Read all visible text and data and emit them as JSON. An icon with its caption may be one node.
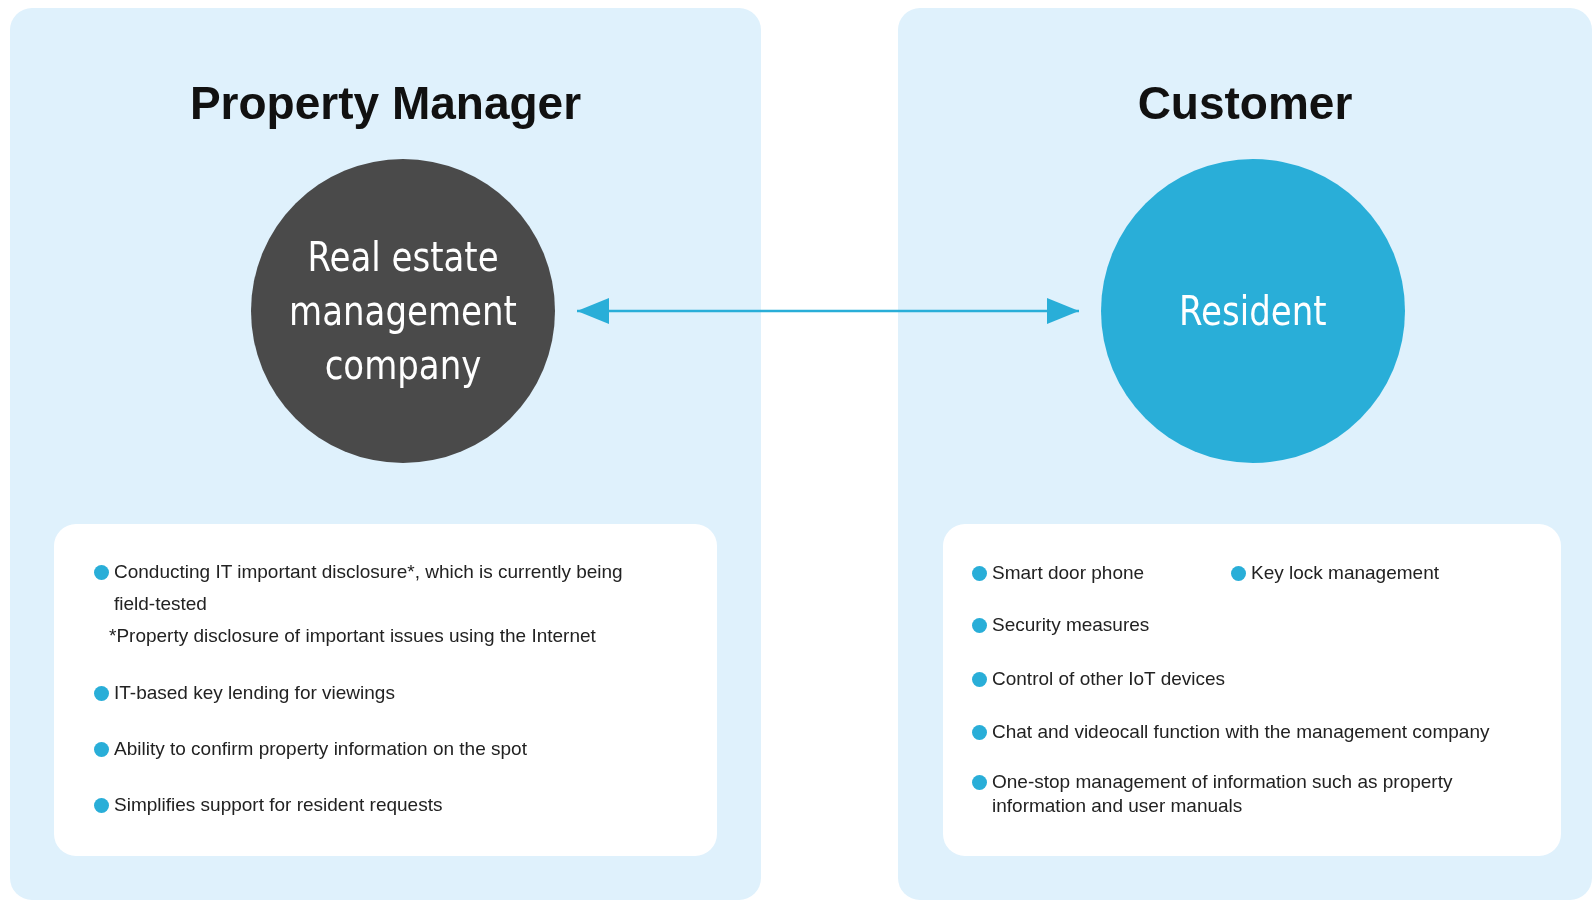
{
  "diagram": {
    "nodes": [
      {
        "text": [
          "Property Manager"
        ]
      },
      {
        "text": [
          "Real estate management company"
        ],
        "in": 0
      },
      {
        "text": [
          "Conducting IT important disclosure*, which is currently being field-tested",
          "*Property disclosure of important issues using the Internet",
          "IT-based key lending for viewings",
          "Ability to confirm property information on the spot",
          "Simplifies support for resident requests"
        ],
        "in": 0
      },
      {
        "text": [
          "Customer"
        ]
      },
      {
        "text": [
          "Resident"
        ],
        "in": 3
      },
      {
        "text": [
          "Smart door phone",
          "Key lock management",
          "Security measures",
          "Control of other IoT devices",
          "Chat and videocall function with the management company",
          "One-stop management of information such as property information and user manuals"
        ],
        "in": 3
      }
    ],
    "edges": [
      {
        "from": 1,
        "to": 4,
        "arrow": "both"
      }
    ]
  }
}
